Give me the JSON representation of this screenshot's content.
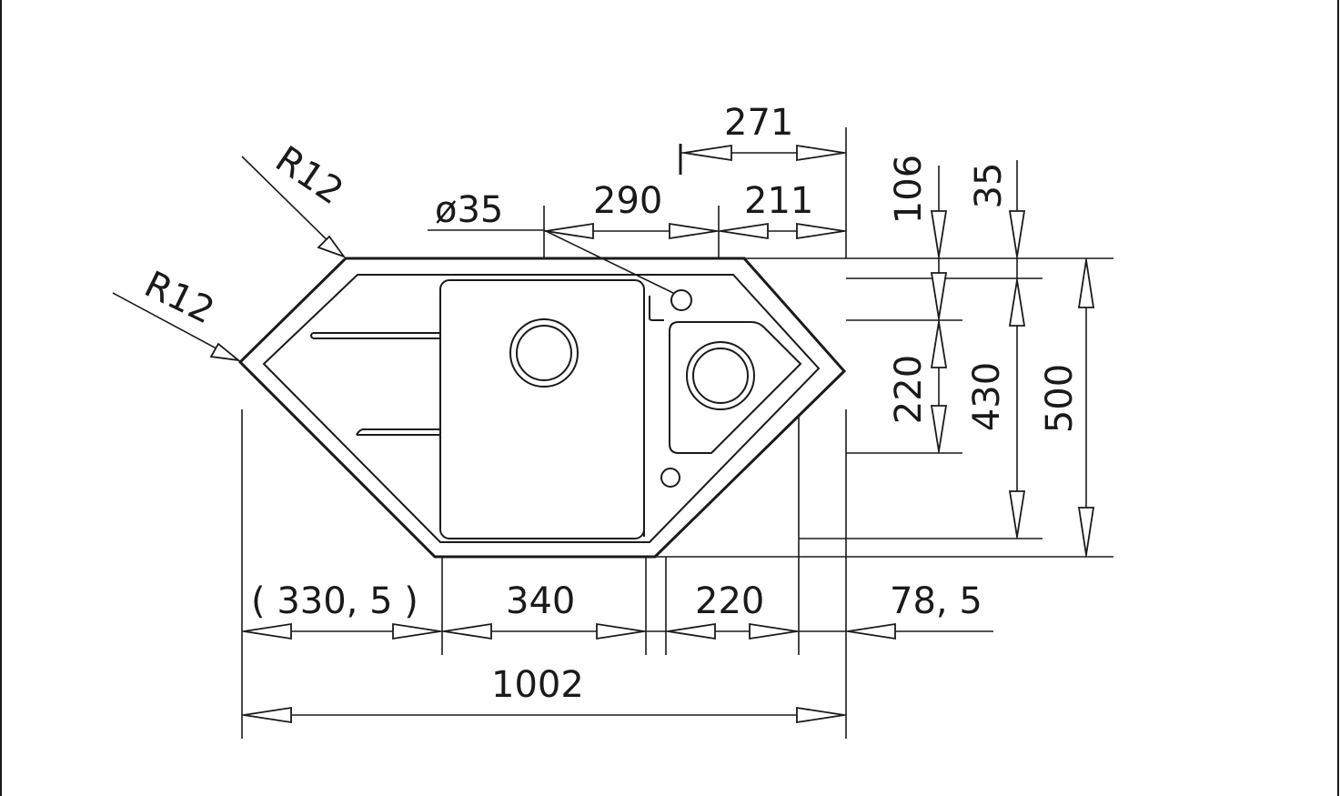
{
  "labels": {
    "r12_top": "R12",
    "r12_left": "R12",
    "dia35": "ø35",
    "d271": "271",
    "d290": "290",
    "d211": "211",
    "d106": "106",
    "d35": "35",
    "d220_vert": "220",
    "d430": "430",
    "d500": "500",
    "d330_5": "( 330, 5 )",
    "d340": "340",
    "d220_horiz": "220",
    "d78_5": "78, 5",
    "d1002": "1002"
  },
  "colors": {
    "line": "#1a1a1a",
    "background": "#ffffff"
  }
}
